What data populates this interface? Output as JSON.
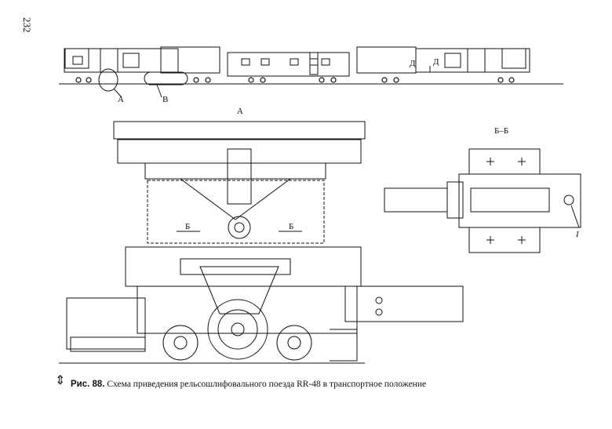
{
  "page_number": "232",
  "overview": {
    "callout_a": "А",
    "callout_b": "В",
    "mark_d1": "Д",
    "mark_d2": "Д"
  },
  "detail": {
    "view_a_label": "А",
    "section_b_left": "Б",
    "section_b_right": "Б"
  },
  "section": {
    "title": "Б–Б",
    "item_1": "I"
  },
  "caption": {
    "figure_label": "Рис. 88.",
    "text": "Схема приведения рельсошлифовального поезда RR-48 в транспортное положение"
  },
  "icons": {
    "orientation": "double-arrow-vertical-icon"
  }
}
